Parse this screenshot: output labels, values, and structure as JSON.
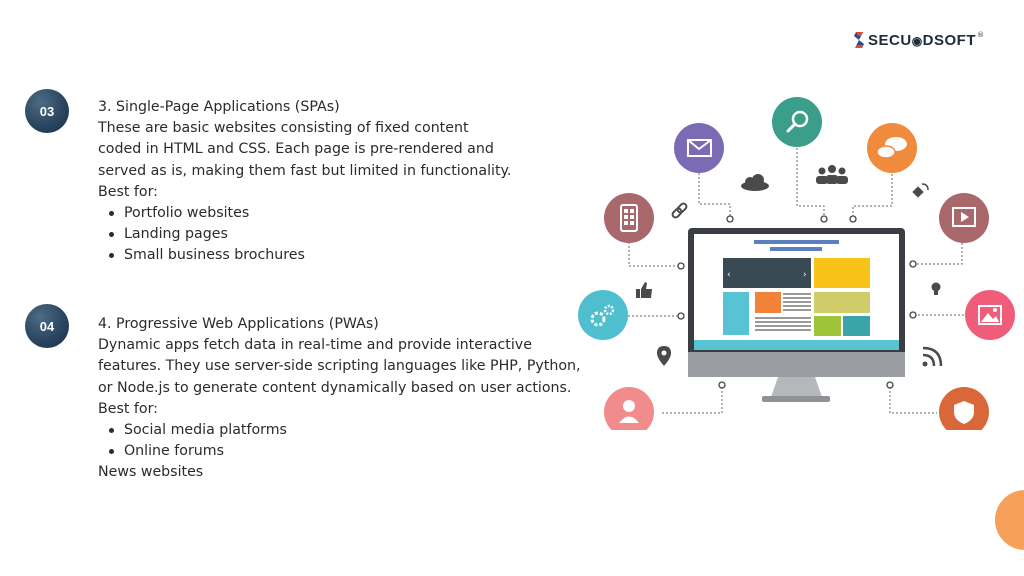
{
  "logo": {
    "text": "SECU",
    "text_o": "◉",
    "text_tail": "DSOFT",
    "registered": "®"
  },
  "sections": [
    {
      "badge": "03",
      "title": "3. Single-Page Applications (SPAs)",
      "lines": [
        "These are basic websites consisting of fixed content",
        "coded in HTML and CSS. Each page is pre-rendered and",
        "served as is, making them fast but limited in functionality."
      ],
      "best_for_label": "Best for:",
      "items": [
        "Portfolio websites",
        "Landing pages",
        "Small business brochures"
      ],
      "trailing": ""
    },
    {
      "badge": "04",
      "title": "4. Progressive Web Applications (PWAs)",
      "lines": [
        "Dynamic apps fetch data in real-time and provide interactive",
        "features. They use server-side scripting languages like PHP, Python,",
        "or Node.js to generate content dynamically based on user actions."
      ],
      "best_for_label": "Best for:",
      "items": [
        "Social media platforms",
        "Online forums"
      ],
      "trailing": "News websites"
    }
  ],
  "colors": {
    "badge": "#2a4660",
    "accent_orange": "#f7a05a",
    "icon_purple": "#7b6bb5",
    "icon_teal": "#3a9e8a",
    "icon_orange": "#f08a3c",
    "icon_mauve": "#a8686c",
    "icon_cyan": "#4fbfcf",
    "icon_pink": "#ef5d7a",
    "icon_salmon": "#f28b8b",
    "icon_rust": "#d9673a"
  },
  "icons": [
    "mail-icon",
    "search-icon",
    "chat-icon",
    "mobile-icon",
    "video-icon",
    "settings-icon",
    "image-icon",
    "user-icon",
    "shield-icon",
    "cloud-icon",
    "group-icon",
    "satellite-icon",
    "link-icon",
    "thumbs-up-icon",
    "location-icon",
    "lightbulb-icon",
    "rss-icon",
    "monitor-icon"
  ]
}
